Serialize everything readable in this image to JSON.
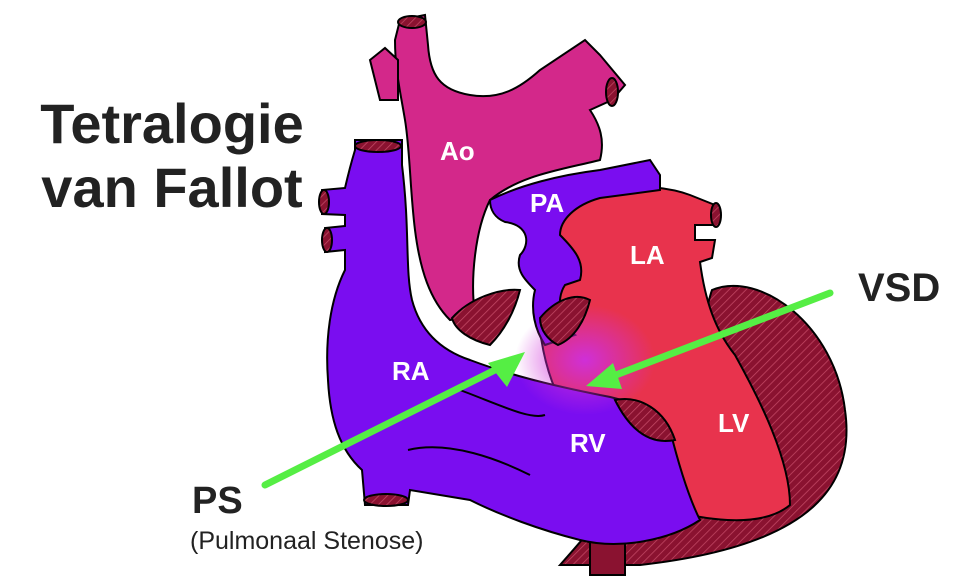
{
  "title": {
    "line1": "Tetralogie",
    "line2": "van Fallot"
  },
  "labels": {
    "ao": "Ao",
    "pa": "PA",
    "la": "LA",
    "ra": "RA",
    "rv": "RV",
    "lv": "LV",
    "vsd": "VSD",
    "ps": "PS",
    "ps_full": "(Pulmonaal Stenose)"
  },
  "colors": {
    "aorta": "#d3288a",
    "venous": "#7a0df0",
    "left_heart": "#e8334d",
    "wall": "#8a1230",
    "pointer": "#55ee44",
    "text": "#222222"
  }
}
